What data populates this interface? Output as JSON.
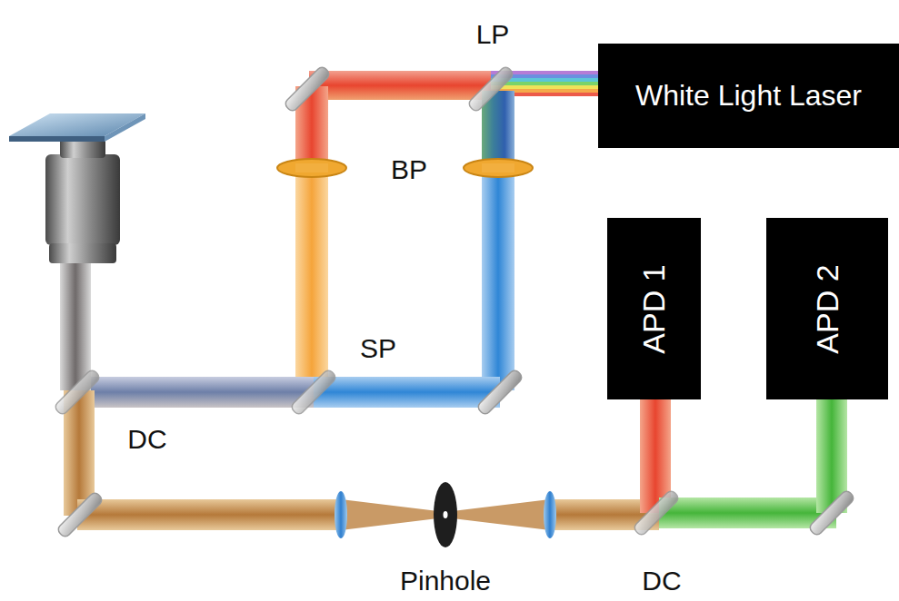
{
  "diagram": {
    "nodes": [
      {
        "text": [
          "White Light Laser"
        ]
      },
      {
        "text": [
          "APD 1"
        ]
      },
      {
        "text": [
          "APD 2"
        ]
      }
    ],
    "labels": [
      "LP",
      "BP",
      "SP",
      "DC",
      "Pinhole",
      "DC"
    ]
  }
}
